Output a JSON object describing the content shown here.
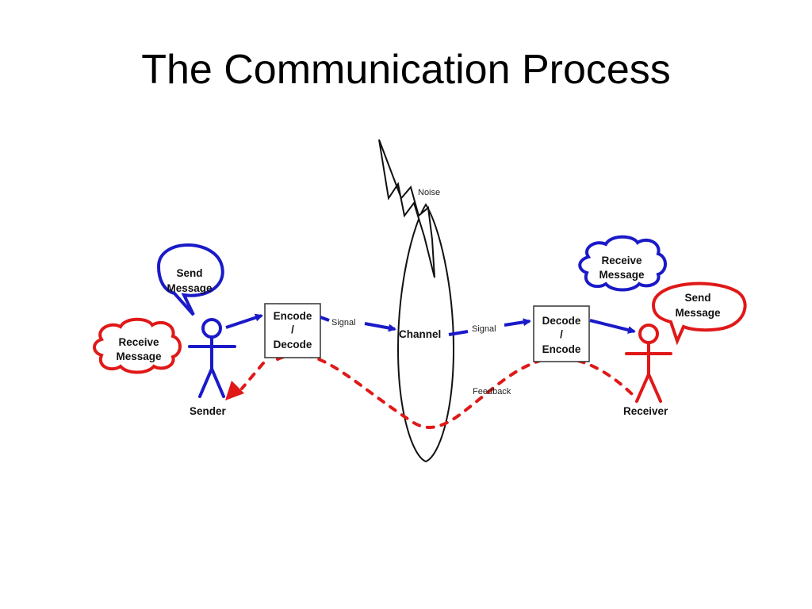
{
  "title": "The Communication Process",
  "colors": {
    "sender": "#1a1ac8",
    "receiver": "#e01818",
    "feedback": "#e01818",
    "outline": "#111111",
    "background": "#ffffff"
  },
  "noise_label": "Noise",
  "channel_label": "Channel",
  "signal_labels": [
    "Signal",
    "Signal"
  ],
  "feedback_label": "Feedback",
  "sender": {
    "label": "Sender",
    "send_bubble": [
      "Send",
      "Message"
    ],
    "receive_bubble": [
      "Receive",
      "Message"
    ]
  },
  "receiver": {
    "label": "Receiver",
    "receive_bubble": [
      "Receive",
      "Message"
    ],
    "send_bubble": [
      "Send",
      "Message"
    ]
  },
  "encode_box": [
    "Encode",
    "/",
    "Decode"
  ],
  "decode_box": [
    "Decode",
    "/",
    "Encode"
  ]
}
